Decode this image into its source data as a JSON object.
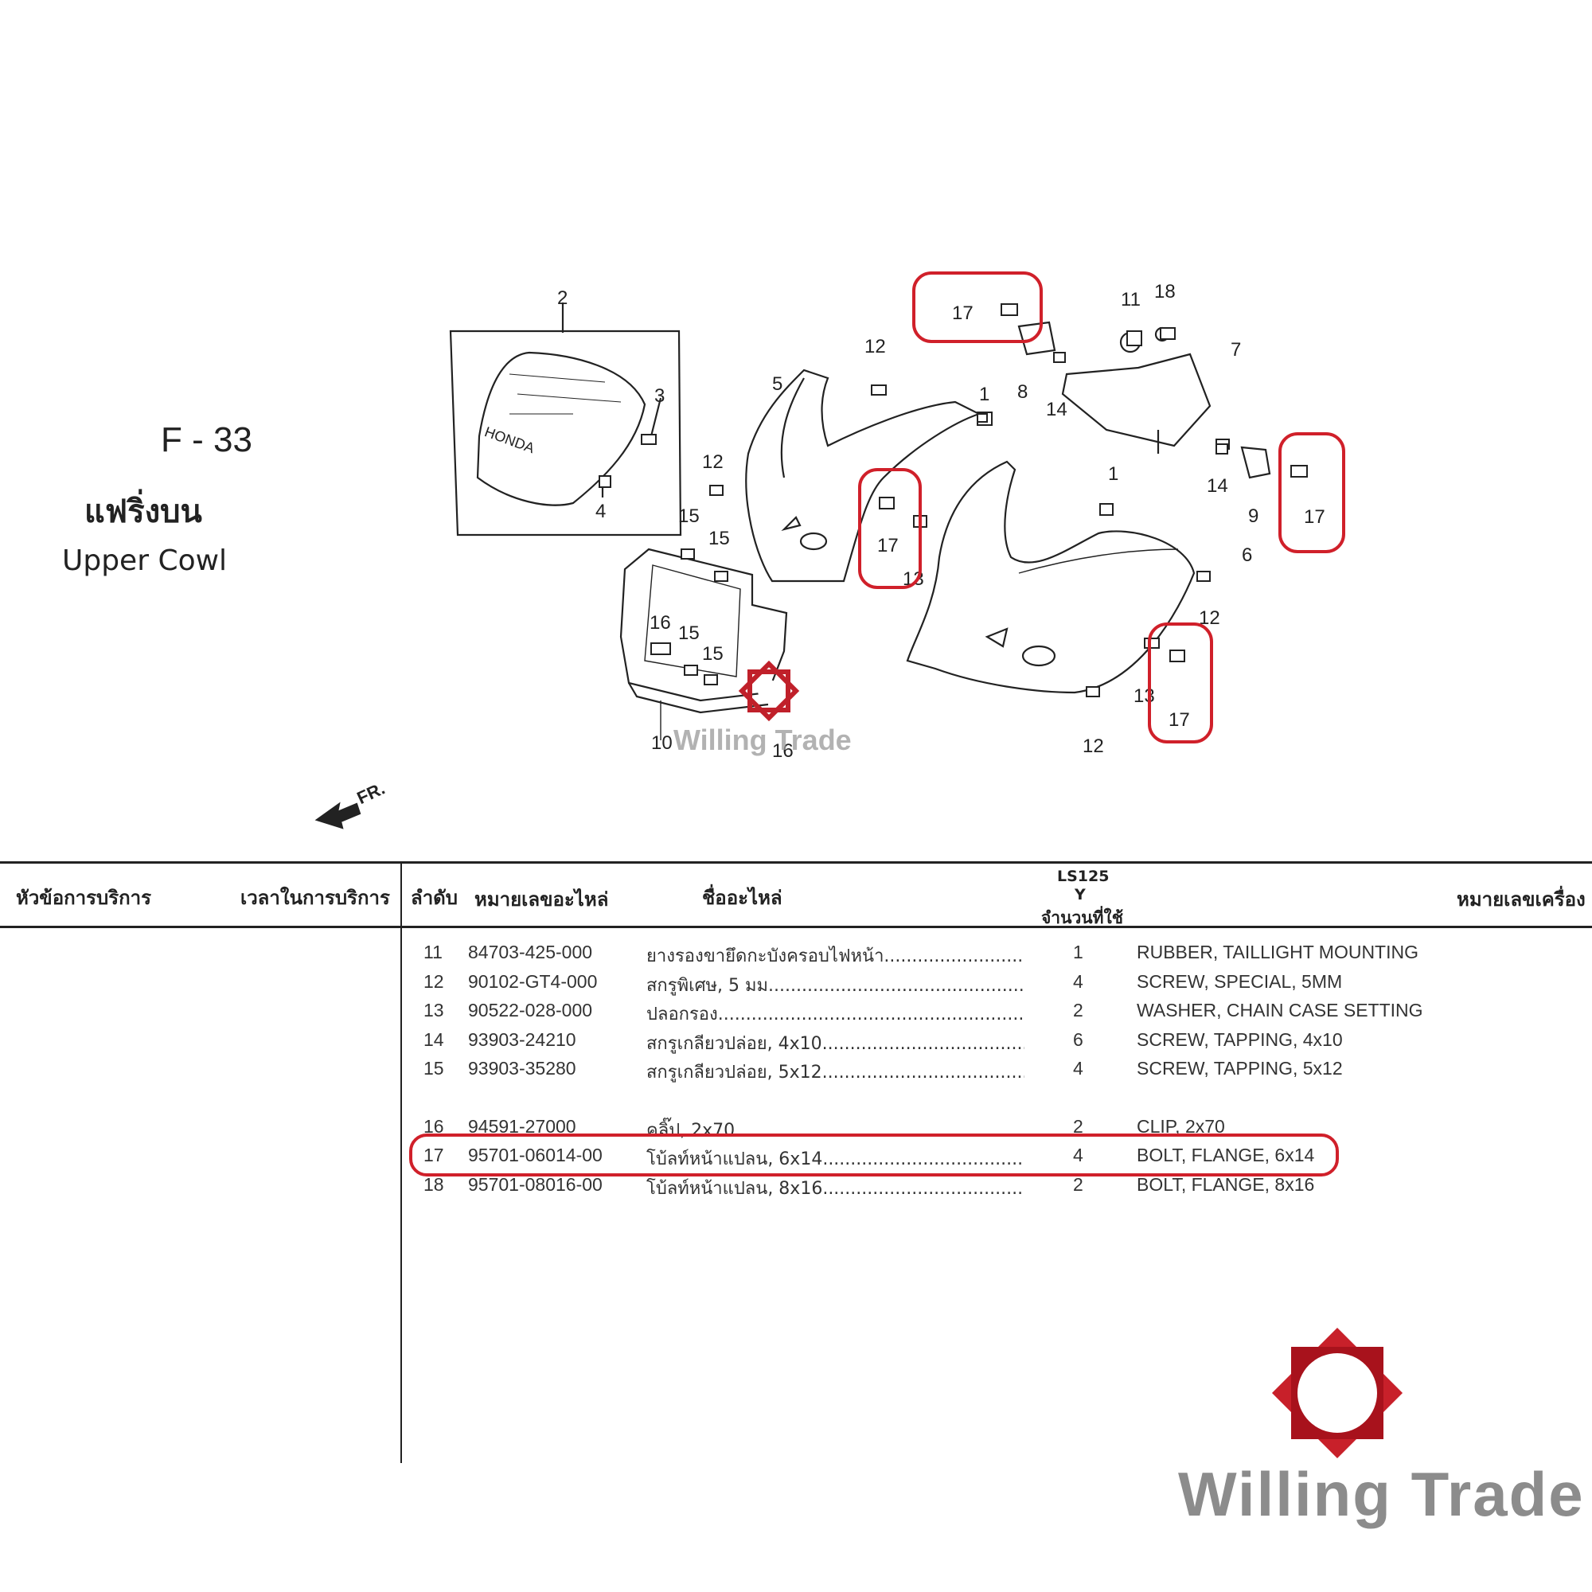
{
  "page": {
    "code": "F - 33",
    "title_th": "แฟริ่งบน",
    "title_en": "Upper Cowl",
    "front_marker": "FR."
  },
  "diagram": {
    "callouts": [
      "2",
      "3",
      "4",
      "5",
      "12",
      "1",
      "17",
      "8",
      "14",
      "11",
      "18",
      "7",
      "12",
      "15",
      "15",
      "17",
      "13",
      "1",
      "14",
      "9",
      "17",
      "6",
      "16",
      "15",
      "15",
      "12",
      "13",
      "17",
      "10",
      "16",
      "12"
    ],
    "windshield_logo": "HONDA",
    "highlight_color": "#d0202a"
  },
  "table": {
    "headers": {
      "service_topic": "หัวข้อการบริการ",
      "service_time": "เวลาในการบริการ",
      "ref_no": "ลำดับ",
      "part_no": "หมายเลขอะไหล่",
      "part_name": "ชื่ออะไหล่",
      "model": "LS125",
      "model_year": "Y",
      "qty": "จำนวนที่ใช้",
      "serial": "หมายเลขเครื่อง"
    },
    "rows": [
      {
        "no": "11",
        "part": "84703-425-000",
        "name_th": "ยางรองขายึดกะบังครอบไฟหน้า.........................",
        "qty": "1",
        "name_en": "RUBBER, TAILLIGHT MOUNTING"
      },
      {
        "no": "12",
        "part": "90102-GT4-000",
        "name_th": "สกรูพิเศษ, 5 มม...................................................",
        "qty": "4",
        "name_en": "SCREW, SPECIAL, 5MM"
      },
      {
        "no": "13",
        "part": "90522-028-000",
        "name_th": "ปลอกรอง..............................................................",
        "qty": "2",
        "name_en": "WASHER, CHAIN CASE SETTING"
      },
      {
        "no": "14",
        "part": "93903-24210",
        "name_th": "สกรูเกลียวปล่อย, 4x10..........................................",
        "qty": "6",
        "name_en": "SCREW, TAPPING, 4x10"
      },
      {
        "no": "15",
        "part": "93903-35280",
        "name_th": "สกรูเกลียวปล่อย, 5x12..........................................",
        "qty": "4",
        "name_en": "SCREW, TAPPING, 5x12"
      },
      {
        "no": "16",
        "part": "94591-27000",
        "name_th": "คลิ๊ป, 2x70.........................................................",
        "qty": "2",
        "name_en": "CLIP, 2x70"
      },
      {
        "no": "17",
        "part": "95701-06014-00",
        "name_th": "โบ้ลท์หน้าแปลน, 6x14...........................................",
        "qty": "4",
        "name_en": "BOLT, FLANGE, 6x14"
      },
      {
        "no": "18",
        "part": "95701-08016-00",
        "name_th": "โบ้ลท์หน้าแปลน, 8x16...........................................",
        "qty": "2",
        "name_en": "BOLT, FLANGE, 8x16"
      }
    ]
  },
  "watermark": {
    "small": "Willing Trade",
    "large": "Willing Trade"
  }
}
